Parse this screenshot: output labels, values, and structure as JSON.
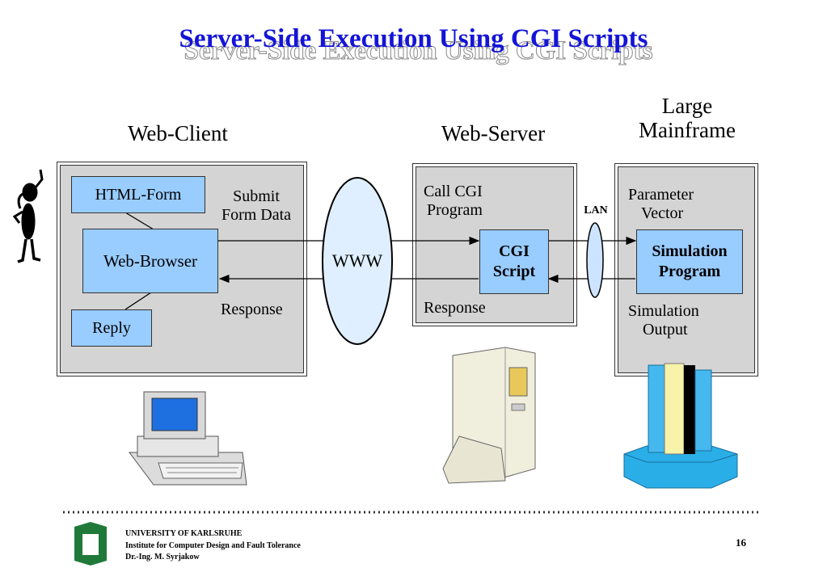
{
  "slide": {
    "title": "Server-Side Execution Using CGI Scripts",
    "page_number": "16"
  },
  "headings": {
    "client": "Web-Client",
    "server": "Web-Server",
    "mainframe_line1": "Large",
    "mainframe_line2": "Mainframe"
  },
  "client": {
    "html_form": "HTML-Form",
    "browser": "Web-Browser",
    "reply": "Reply",
    "submit_line1": "Submit",
    "submit_line2": "Form Data",
    "response": "Response"
  },
  "network": {
    "www": "WWW",
    "lan": "LAN"
  },
  "server": {
    "call_line1": "Call CGI",
    "call_line2": "Program",
    "cgi_line1": "CGI",
    "cgi_line2": "Script",
    "response": "Response"
  },
  "mainframe": {
    "param_line1": "Parameter",
    "param_line2": "Vector",
    "sim_line1": "Simulation",
    "sim_line2": "Program",
    "out_line1": "Simulation",
    "out_line2": "Output"
  },
  "footer": {
    "line1": "UNIVERSITY OF KARLSRUHE",
    "line2": "Institute for Computer Design and Fault Tolerance",
    "line3": "Dr.-Ing. M. Syrjakow"
  },
  "colors": {
    "title": "#1414d8",
    "box_fill": "#99ccff",
    "panel_fill": "#d4d4d4",
    "www_fill": "#dfefff",
    "logo_green": "#1f7a3a"
  }
}
